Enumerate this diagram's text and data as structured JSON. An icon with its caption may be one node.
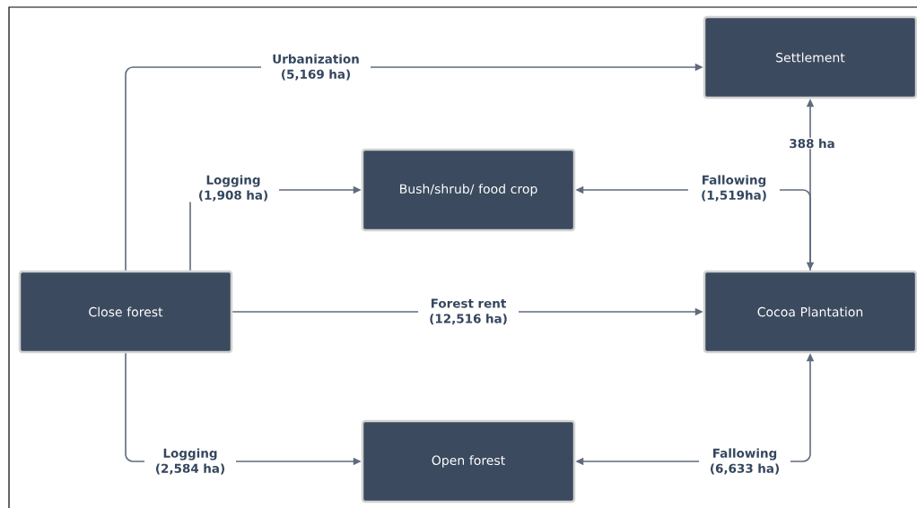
{
  "diagram": {
    "nodes": [
      {
        "text": [
          "Settlement"
        ]
      },
      {
        "text": [
          "Bush/shrub/ food crop"
        ]
      },
      {
        "text": [
          "Close forest"
        ]
      },
      {
        "text": [
          "Cocoa Plantation"
        ]
      },
      {
        "text": [
          "Open forest"
        ]
      }
    ],
    "edges": [
      {
        "from": 2,
        "to": 0,
        "arrow": "to",
        "label": "Urbanization (5,169 ha)"
      },
      {
        "from": 2,
        "to": 1,
        "arrow": "to",
        "label": "Logging (1,908 ha)"
      },
      {
        "from": 2,
        "to": 3,
        "arrow": "to",
        "label": "Forest rent (12,516 ha)"
      },
      {
        "from": 2,
        "to": 4,
        "arrow": "to",
        "label": "Logging (2,584 ha)"
      },
      {
        "from": 3,
        "to": 1,
        "arrow": "both",
        "label": "Fallowing (1,519ha)"
      },
      {
        "from": 3,
        "to": 0,
        "arrow": "to",
        "label": "388 ha"
      },
      {
        "from": 4,
        "to": 3,
        "arrow": "both",
        "label": "Fallowing (6,633 ha)"
      }
    ]
  }
}
